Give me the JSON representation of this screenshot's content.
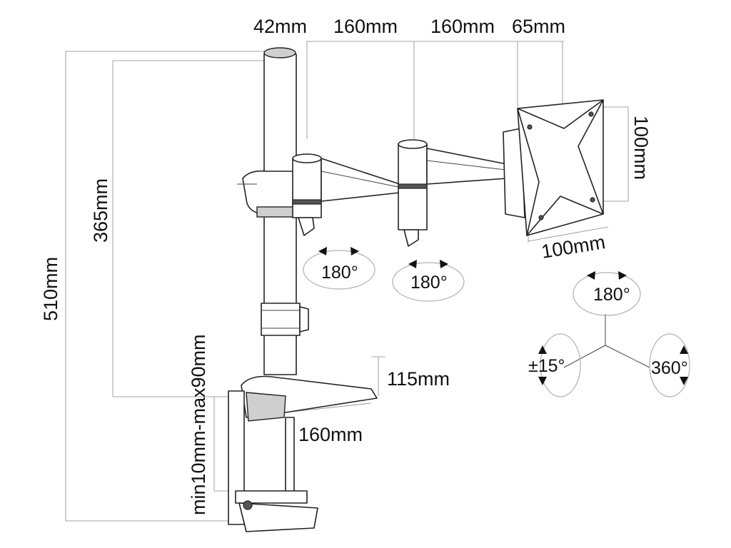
{
  "dimensions": {
    "pole_diameter": "42mm",
    "arm_segment_1": "160mm",
    "arm_segment_2": "160mm",
    "head_offset": "65mm",
    "vesa_height": "100mm",
    "vesa_width": "100mm",
    "total_height": "510mm",
    "arm_height": "365mm",
    "clamp_range": "min10mm-max90mm",
    "base_width": "115mm",
    "base_depth": "160mm"
  },
  "rotations": {
    "joint_1": "180°",
    "joint_2": "180°",
    "head_swivel": "180°",
    "tilt": "±15°",
    "rotate": "360°"
  }
}
